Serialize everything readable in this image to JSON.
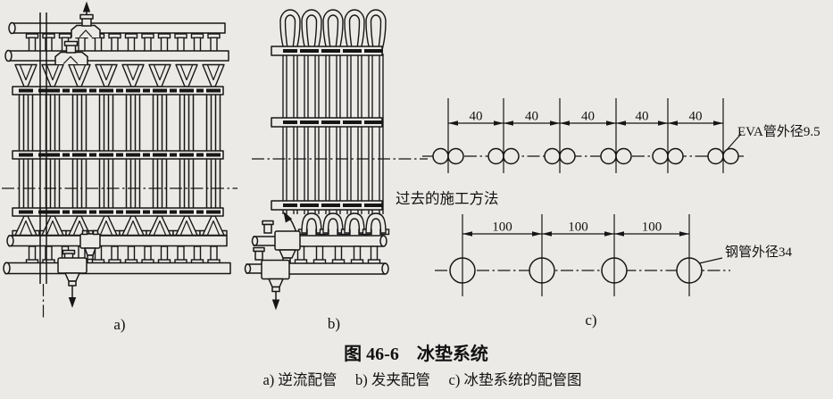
{
  "colors": {
    "paper": "#eceae7",
    "ink": "#161616"
  },
  "a": {
    "label": "a)"
  },
  "b": {
    "label": "b)"
  },
  "c": {
    "label": "c)",
    "note": "过去的施工方法",
    "eva_label": "EVA管外径9.5",
    "steel_label": "钢管外径34",
    "dim_top": [
      "40",
      "40",
      "40",
      "40",
      "40"
    ],
    "dim_bottom": [
      "100",
      "100",
      "100"
    ]
  },
  "caption": {
    "title": "图 46-6　冰垫系统",
    "subtitle": "a) 逆流配管　 b) 发夹配管　 c) 冰垫系统的配管图"
  }
}
